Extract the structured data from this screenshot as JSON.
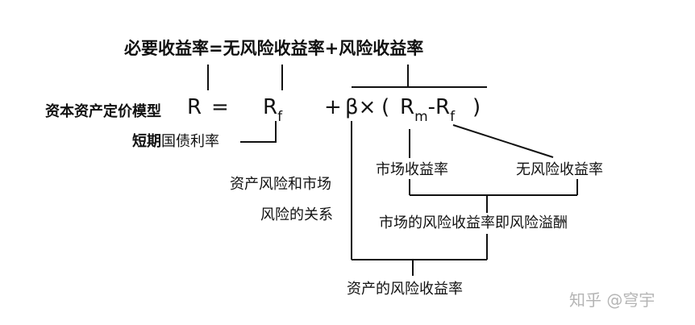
{
  "equation": {
    "required": "必要收益率",
    "eq": "=",
    "riskfree": "无风险收益率",
    "plus": "+",
    "risk": "风险收益率"
  },
  "capm": {
    "label": "资本资产定价模型",
    "R": "R",
    "eq": "=",
    "Rf_R": "R",
    "Rf_sub": "f",
    "plus": "+",
    "beta": "β",
    "times": "×",
    "lparen": "(",
    "Rm_R": "R",
    "Rm_sub": "m",
    "minus": "-",
    "Rf2_R": "R",
    "Rf2_sub": "f",
    "rparen": ")"
  },
  "annotations": {
    "short_term_bold": "短期",
    "short_term_rest": "国债利率",
    "asset_market_line1": "资产风险和市场",
    "asset_market_line2": "风险的关系",
    "market_return": "市场收益率",
    "riskfree_return": "无风险收益率",
    "market_premium": "市场的风险收益率即风险溢酬",
    "asset_risk_return": "资产的风险收益率"
  },
  "watermark": "知乎 @穹宇"
}
